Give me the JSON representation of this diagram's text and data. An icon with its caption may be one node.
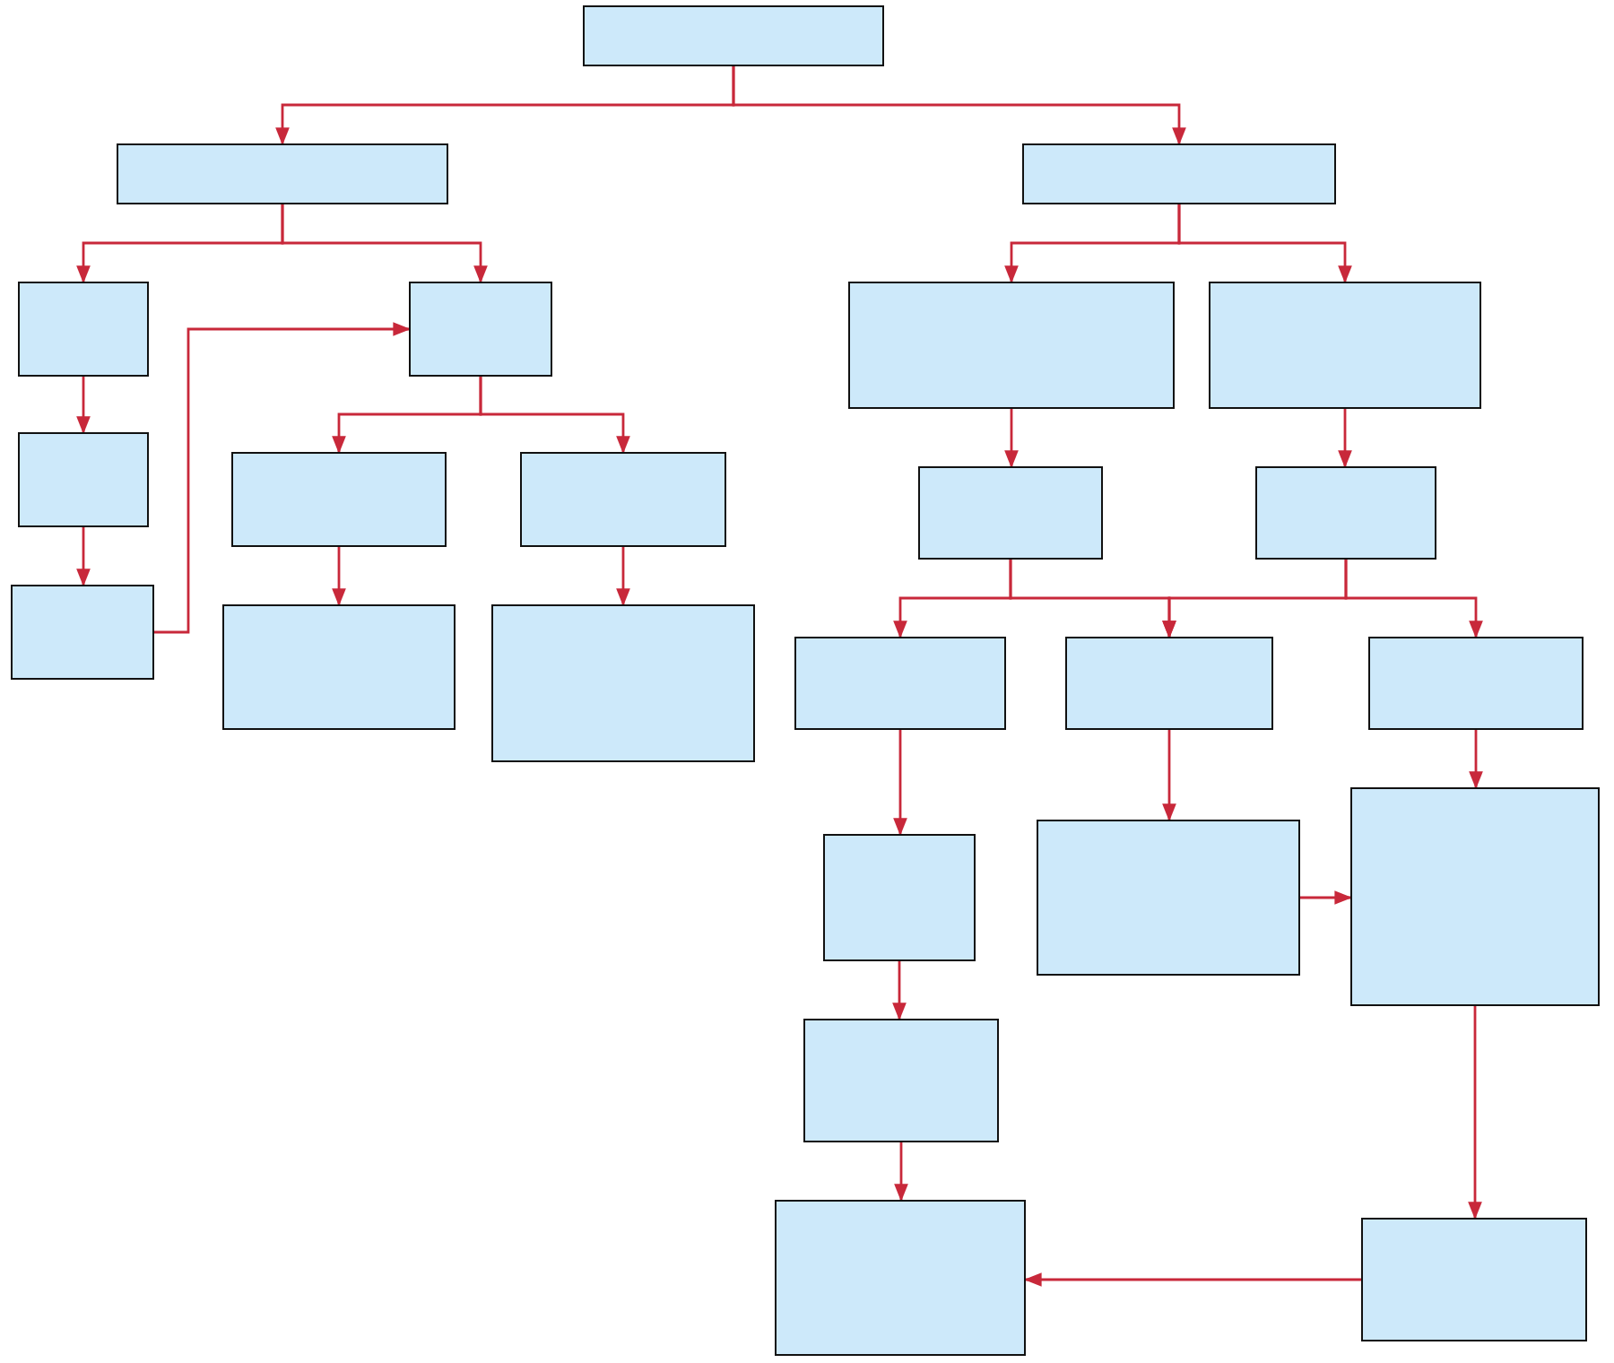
{
  "diagram": {
    "nodes": [
      {
        "text": [],
        "shape": "box"
      },
      {
        "text": [],
        "shape": "box"
      },
      {
        "text": [],
        "shape": "box"
      },
      {
        "text": [],
        "shape": "box"
      },
      {
        "text": [],
        "shape": "box"
      },
      {
        "text": [],
        "shape": "box"
      },
      {
        "text": [],
        "shape": "box"
      },
      {
        "text": [],
        "shape": "box"
      },
      {
        "text": [],
        "shape": "box"
      },
      {
        "text": [],
        "shape": "box"
      },
      {
        "text": [],
        "shape": "box"
      },
      {
        "text": [],
        "shape": "box"
      },
      {
        "text": [],
        "shape": "box"
      },
      {
        "text": [],
        "shape": "box"
      },
      {
        "text": [],
        "shape": "box"
      },
      {
        "text": [],
        "shape": "box"
      },
      {
        "text": [],
        "shape": "box"
      },
      {
        "text": [],
        "shape": "box"
      },
      {
        "text": [],
        "shape": "box"
      },
      {
        "text": [],
        "shape": "box"
      },
      {
        "text": [],
        "shape": "box"
      },
      {
        "text": [],
        "shape": "box"
      },
      {
        "text": [],
        "shape": "box"
      },
      {
        "text": [],
        "shape": "box"
      }
    ],
    "edges": [
      {
        "from": 0,
        "to": 1,
        "arrow": "to"
      },
      {
        "from": 0,
        "to": 2,
        "arrow": "to"
      },
      {
        "from": 1,
        "to": 3,
        "arrow": "to"
      },
      {
        "from": 1,
        "to": 4,
        "arrow": "to"
      },
      {
        "from": 3,
        "to": 5,
        "arrow": "to"
      },
      {
        "from": 5,
        "to": 6,
        "arrow": "to"
      },
      {
        "from": 6,
        "to": 4,
        "arrow": "to"
      },
      {
        "from": 4,
        "to": 7,
        "arrow": "to"
      },
      {
        "from": 4,
        "to": 8,
        "arrow": "to"
      },
      {
        "from": 7,
        "to": 9,
        "arrow": "to"
      },
      {
        "from": 8,
        "to": 10,
        "arrow": "to"
      },
      {
        "from": 2,
        "to": 11,
        "arrow": "to"
      },
      {
        "from": 2,
        "to": 12,
        "arrow": "to"
      },
      {
        "from": 11,
        "to": 13,
        "arrow": "to"
      },
      {
        "from": 12,
        "to": 14,
        "arrow": "to"
      },
      {
        "from": 13,
        "to": 15,
        "arrow": "to"
      },
      {
        "from": 13,
        "to": 16,
        "arrow": "to"
      },
      {
        "from": 14,
        "to": 16,
        "arrow": "to"
      },
      {
        "from": 14,
        "to": 17,
        "arrow": "to"
      },
      {
        "from": 15,
        "to": 18,
        "arrow": "to"
      },
      {
        "from": 18,
        "to": 21,
        "arrow": "to"
      },
      {
        "from": 21,
        "to": 22,
        "arrow": "to"
      },
      {
        "from": 16,
        "to": 19,
        "arrow": "to"
      },
      {
        "from": 19,
        "to": 20,
        "arrow": "to"
      },
      {
        "from": 17,
        "to": 20,
        "arrow": "to"
      },
      {
        "from": 20,
        "to": 23,
        "arrow": "to"
      },
      {
        "from": 23,
        "to": 22,
        "arrow": "to"
      }
    ]
  }
}
